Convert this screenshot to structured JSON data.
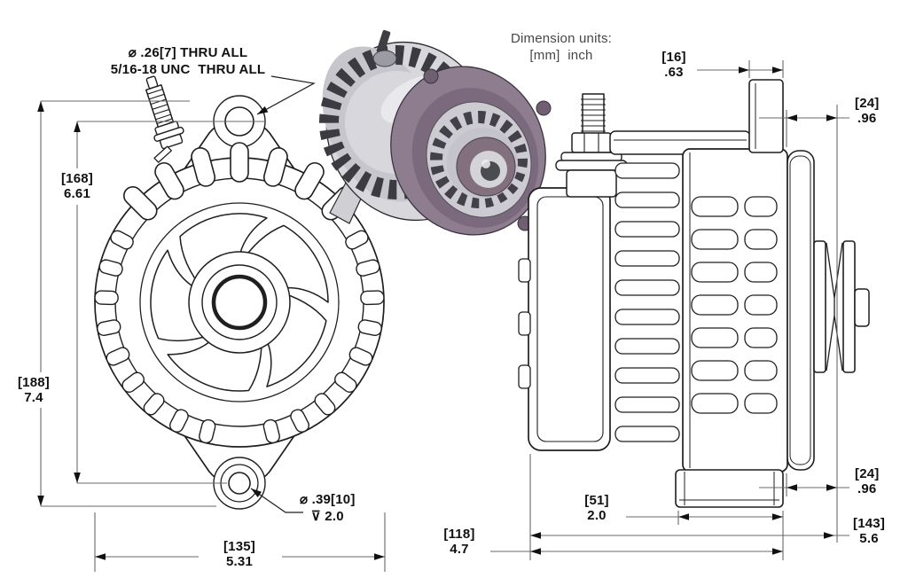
{
  "units_note": {
    "line1": "Dimension units:",
    "line2": "[mm]  inch"
  },
  "callouts": {
    "top_hole": {
      "line1": "⌀ .26[7] THRU ALL",
      "line2": "5/16-18 UNC  THRU ALL"
    },
    "bottom_hole": {
      "line1": "⌀ .39[10]",
      "line2": "⊽ 2.0"
    }
  },
  "dimensions": {
    "overall_height": {
      "mm": "[188]",
      "inch": "7.4"
    },
    "mount_hole_spacing": {
      "mm": "[168]",
      "inch": "6.61"
    },
    "front_width": {
      "mm": "[135]",
      "inch": "5.31"
    },
    "top_ear_width": {
      "mm": "[16]",
      "inch": ".63"
    },
    "pulley_offset_top": {
      "mm": "[24]",
      "inch": ".96"
    },
    "pulley_offset_bottom": {
      "mm": "[24]",
      "inch": ".96"
    },
    "foot_width": {
      "mm": "[51]",
      "inch": "2.0"
    },
    "case_length": {
      "mm": "[118]",
      "inch": "4.7"
    },
    "overall_length": {
      "mm": "[143]",
      "inch": "5.6"
    }
  },
  "colors": {
    "line": "#1f1f1f",
    "dim_line": "#686868",
    "text": "#111111",
    "note_text": "#474747",
    "iso_body": "#d8d8dc",
    "iso_dark": "#3b3b41",
    "iso_purple": "#8e7d8f",
    "iso_purple_dark": "#6f5f71",
    "background": "#ffffff"
  },
  "views": {
    "front": "front-view",
    "iso": "isometric-render",
    "side": "side-view"
  }
}
